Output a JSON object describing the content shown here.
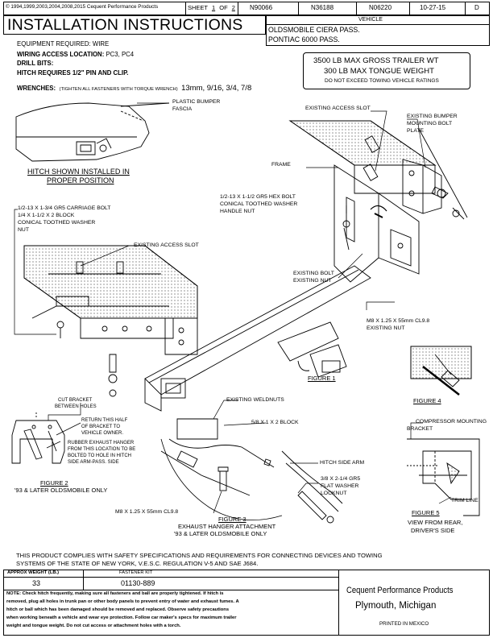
{
  "header": {
    "copyright": "© 1994,1999,2003,2004,2008,2015 Cequent Performance Products",
    "sheet_label": "SHEET",
    "sheet_num": "1",
    "of_label": "OF",
    "sheet_total": "2",
    "codes": [
      "N90066",
      "N36188",
      "N06220"
    ],
    "date": "10-27-15",
    "rev": "D"
  },
  "title": "INSTALLATION INSTRUCTIONS",
  "vehicle": {
    "label": "VEHICLE",
    "lines": [
      "OLDSMOBILE CIERA PASS.",
      "PONTIAC 6000 PASS."
    ]
  },
  "ratings": {
    "gross": "3500 LB MAX GROSS TRAILER WT",
    "tongue": "300 LB MAX TONGUE WEIGHT",
    "note": "DO NOT EXCEED TOWING VEHICLE RATINGS"
  },
  "requirements": {
    "equipment": "EQUIPMENT REQUIRED: WIRE",
    "wiring_label": "WIRING ACCESS LOCATION:",
    "wiring_value": "PC3, PC4",
    "drill": "DRILL BITS:",
    "pin_label": "HITCH REQUIRES 1/2\" PIN AND CLIP.",
    "wrench_label": "WRENCHES:",
    "wrench_note": "(TIGHTEN ALL FASTENERS WITH TORQUE WRENCH)",
    "wrench_sizes": "13mm, 9/16, 3/4, 7/8"
  },
  "callouts": {
    "plastic_bumper": [
      "PLASTIC BUMPER",
      "FASCIA"
    ],
    "hitch_shown": [
      "HITCH SHOWN INSTALLED IN",
      "PROPER POSITION"
    ],
    "existing_access_slot_top": "EXISTING ACCESS SLOT",
    "existing_bumper_bolt": [
      "EXISTING BUMPER",
      "MOUNTING BOLT",
      "PLATE"
    ],
    "frame": "FRAME",
    "hex_bolt": [
      "1/2-13 X 1-1/2 GR5 HEX BOLT",
      "CONICAL TOOTHED WASHER",
      "HANDLE NUT"
    ],
    "carriage_bolt": [
      "1/2-13 X 1-3/4 GR5 CARRIAGE BOLT",
      "1/4 X 1-1/2 X 2 BLOCK",
      "CONICAL TOOTHED WASHER",
      "NUT"
    ],
    "existing_access_slot_mid": "EXISTING ACCESS SLOT",
    "existing_bolt": [
      "EXISTING BOLT",
      "EXISTING NUT"
    ],
    "m8_right": [
      "M8 X 1.25 X 55mm CL9.8",
      "EXISTING NUT"
    ],
    "cut_bracket": [
      "CUT BRACKET",
      "BETWEEN HOLES"
    ],
    "return_half": [
      "RETURN THIS HALF",
      "OF BRACKET TO",
      "VEHICLE OWNER."
    ],
    "rubber_hanger": [
      "RUBBER EXHAUST HANGER",
      "FROM THIS LOCATION TO BE",
      "BOLTED TO HOLE IN HITCH",
      "SIDE ARM-PASS. SIDE"
    ],
    "existing_weldnuts": "EXISTING WELDNUTS",
    "block": "5/8 X 1 X 2 BLOCK",
    "hitch_side_arm": "HITCH SIDE ARM",
    "gr5_bolt": [
      "3/8 X 2-1/4 GR5",
      "FLAT WASHER",
      "LOCKNUT"
    ],
    "m8_bottom": "M8 X 1.25 X 55mm CL9.8",
    "compressor": [
      "COMPRESSOR MOUNTING",
      "BRACKET"
    ],
    "trim_line": "TRIM LINE"
  },
  "figures": {
    "fig1": "FIGURE 1",
    "fig2": "FIGURE 2",
    "fig2_caption": "'93 & LATER OLDSMOBILE ONLY",
    "fig3": "FIGURE 3",
    "fig3_caption": [
      "EXHAUST HANGER ATTACHMENT",
      "'93 & LATER OLDSMOBILE ONLY"
    ],
    "fig4": "FIGURE 4",
    "fig5": "FIGURE 5",
    "fig5_caption": [
      "VIEW FROM REAR,",
      "DRIVER'S SIDE"
    ]
  },
  "compliance": [
    "THIS PRODUCT COMPLIES WITH SAFETY SPECIFICATIONS AND REQUIREMENTS FOR CONNECTING DEVICES AND TOWING",
    "SYSTEMS OF THE STATE OF NEW YORK, V.E.S.C. REGULATION V-5 AND SAE J684."
  ],
  "footer": {
    "weight_label": "APPROX WEIGHT (LB.)",
    "weight_value": "33",
    "kit_label": "FASTENER KIT",
    "kit_value": "01130-889",
    "note": [
      "NOTE: Check hitch frequently, making sure all fasteners and ball are properly tightened. If hitch is",
      "removed, plug all holes in trunk pan or other body panels to prevent entry of water and exhaust fumes. A",
      "hitch or ball which has been damaged should be removed and replaced. Observe safety precautions",
      "when working beneath a vehicle and wear eye protection. Follow car maker's specs for maximum trailer",
      "weight and tongue weight. Do not cut access or attachment holes with a torch."
    ],
    "company": "Cequent Performance Products",
    "city": "Plymouth, Michigan",
    "printed": "PRINTED IN MEXICO"
  }
}
